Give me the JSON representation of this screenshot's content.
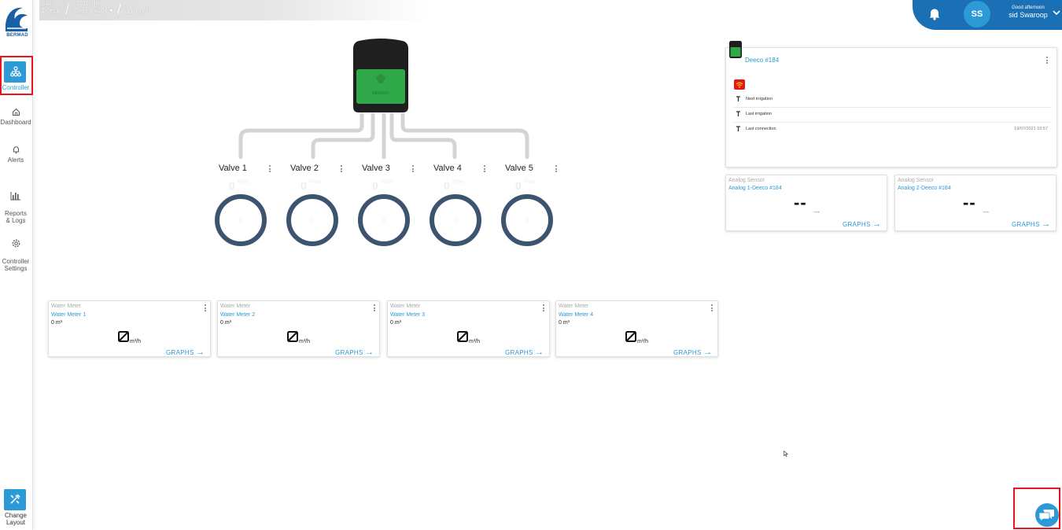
{
  "breadcrumb": {
    "site_label": "Site",
    "site_value": "Deeco",
    "controller_label": "Controller",
    "controller_value": "Deeco #184",
    "current": "Controller"
  },
  "logo": {
    "text": "BERMAD"
  },
  "sidebar": {
    "items": [
      {
        "label": "Controller",
        "icon": "network-icon",
        "active": true
      },
      {
        "label": "Dashboard",
        "icon": "home-icon"
      },
      {
        "label": "Alerts",
        "icon": "bell-icon"
      },
      {
        "label": "Reports\n& Logs",
        "icon": "bar-chart-icon"
      },
      {
        "label": "Controller\nSettings",
        "icon": "gear-icon"
      }
    ],
    "change_layout": "Change\nLayout"
  },
  "user": {
    "greeting": "Good afternoon",
    "name": "sid Swaroop",
    "initials": "SS"
  },
  "valves": [
    {
      "label": "Valve 1",
      "flow": "0",
      "flow_label": "Flow",
      "ring_value": "0"
    },
    {
      "label": "Valve 2",
      "flow": "0",
      "flow_label": "Flow",
      "ring_value": "0"
    },
    {
      "label": "Valve 3",
      "flow": "0",
      "flow_label": "Flow",
      "ring_value": "0"
    },
    {
      "label": "Valve 4",
      "flow": "0",
      "flow_label": "Flow",
      "ring_value": "0"
    },
    {
      "label": "Valve 5",
      "flow": "0",
      "flow_label": "Flow",
      "ring_value": "0"
    }
  ],
  "water_meters": [
    {
      "type": "Water Meter",
      "name": "Water Meter 1",
      "total": "0 m³",
      "rate_unit": "m³/h",
      "graphs": "GRAPHS"
    },
    {
      "type": "Water Meter",
      "name": "Water Meter 2",
      "total": "0 m³",
      "rate_unit": "m³/h",
      "graphs": "GRAPHS"
    },
    {
      "type": "Water Meter",
      "name": "Water Meter 3",
      "total": "0 m³",
      "rate_unit": "m³/h",
      "graphs": "GRAPHS"
    },
    {
      "type": "Water Meter",
      "name": "Water Meter 4",
      "total": "0 m³",
      "rate_unit": "m³/h",
      "graphs": "GRAPHS"
    }
  ],
  "controller_card": {
    "name": "Deeco #184",
    "rows": [
      {
        "label": "Next irrigation",
        "value": ""
      },
      {
        "label": "Last irrigation",
        "value": ""
      },
      {
        "label": "Last connection",
        "value": "19/07/2021 03:57"
      }
    ]
  },
  "analog_sensors": [
    {
      "type": "Analog Sensor",
      "name": "Analog 1-Deeco #184",
      "value": "--",
      "sub": "---",
      "graphs": "GRAPHS"
    },
    {
      "type": "Analog Sensor",
      "name": "Analog 2-Deeco #184",
      "value": "--",
      "sub": "---",
      "graphs": "GRAPHS"
    }
  ],
  "colors": {
    "accent": "#2b9ad6",
    "header_blue": "#1b6fb5",
    "ring": "#3c5470",
    "highlight": "#e5171d",
    "device_green": "#2fa84a"
  }
}
